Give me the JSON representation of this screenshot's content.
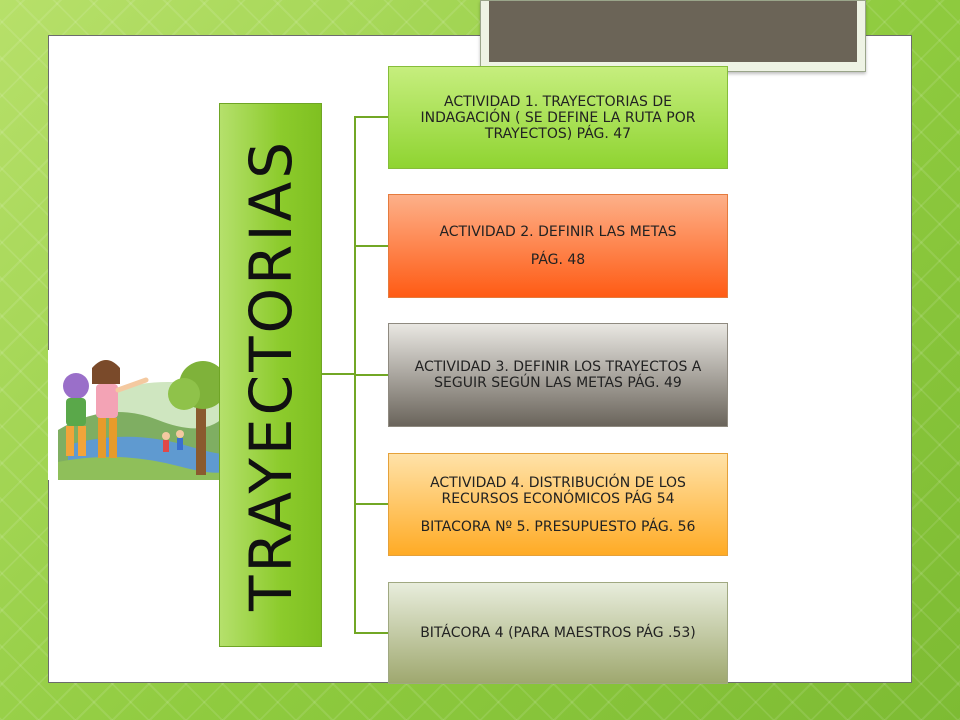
{
  "diagram": {
    "vertical_title": "TRAYECTORIAS",
    "items": [
      {
        "lines": [
          "ACTIVIDAD 1. TRAYECTORIAS DE INDAGACIÓN ( SE DEFINE LA RUTA POR TRAYECTOS) PÁG. 47"
        ]
      },
      {
        "lines": [
          "ACTIVIDAD 2. DEFINIR LAS METAS",
          "PÁG. 48"
        ]
      },
      {
        "lines": [
          "ACTIVIDAD 3. DEFINIR LOS TRAYECTOS A SEGUIR SEGÚN LAS METAS PÁG. 49"
        ]
      },
      {
        "lines": [
          "ACTIVIDAD 4. DISTRIBUCIÓN DE LOS RECURSOS ECONÓMICOS PÁG 54",
          "BITACORA Nº 5. PRESUPUESTO PÁG. 56"
        ]
      },
      {
        "lines": [
          "BITÁCORA 4 (PARA MAESTROS PÁG .53)"
        ]
      }
    ]
  },
  "colors": {
    "background": "#9fd34a",
    "vertical_bar": "#8ccb2c",
    "connector": "#72a725",
    "box_1": "#8fd431",
    "box_2": "#ff5b14",
    "box_3": "#6a645b",
    "box_4": "#ffab25",
    "box_5": "#9fa86f"
  },
  "illustration": {
    "description_icon": "children-landscape-illustration"
  }
}
